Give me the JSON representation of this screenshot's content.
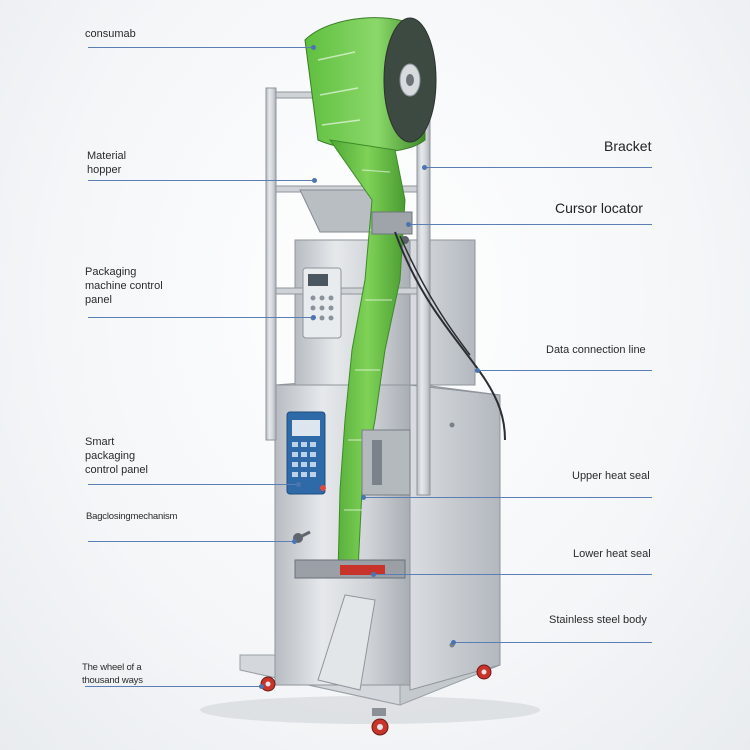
{
  "diagram": {
    "labels_left": {
      "consumables": "consumab",
      "material_hopper_l1": "Material",
      "material_hopper_l2": "hopper",
      "control_panel_l1": "Packaging",
      "control_panel_l2": "machine control",
      "control_panel_l3": "panel",
      "smart_panel_l1": "Smart",
      "smart_panel_l2": "packaging",
      "smart_panel_l3": "control panel",
      "bag_closing": "Bagclosingmechanism",
      "wheel_l1": "The wheel of a",
      "wheel_l2": "thousand ways"
    },
    "labels_right": {
      "bracket": "Bracket",
      "cursor_locator": "Cursor locator",
      "data_line": "Data connection line",
      "upper_heat_seal": "Upper heat seal",
      "lower_heat_seal": "Lower heat seal",
      "stainless_body": "Stainless steel body"
    },
    "colors": {
      "leader_line": "#5b7fb4",
      "film_green": "#6cc24a",
      "steel": "#c9ced3",
      "caster_red": "#c8342c",
      "panel_blue": "#3a6fa8"
    }
  }
}
